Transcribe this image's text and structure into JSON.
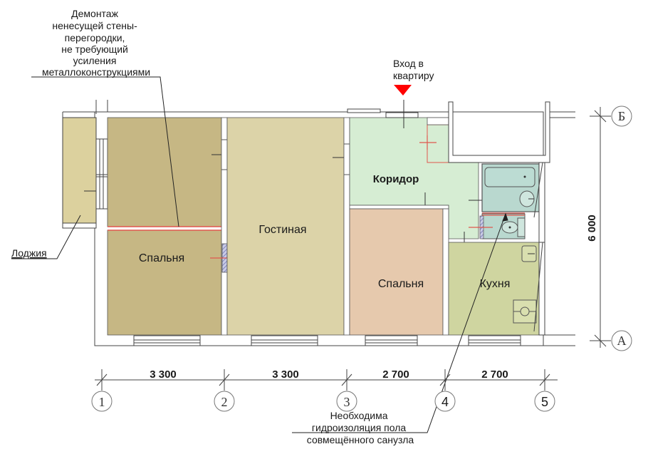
{
  "colors": {
    "loggia": "#dcd19e",
    "bedroom_left": "#c6b784",
    "living": "#dcd3a8",
    "corridor": "#d6edd3",
    "bedroom_right": "#e6c9ad",
    "kitchen": "#cfd5a0",
    "bathroom": "#b9d8cf",
    "wall": "#ffffff",
    "line": "#444444",
    "demolition": "#e0574e",
    "entrance_marker": "#ff0000",
    "new_wall_hatch": "#8a8fc4"
  },
  "annotations": {
    "demolition_note": [
      "Демонтаж",
      "ненесущей стены-",
      "перегородки,",
      "не требующий",
      "усиления",
      "металлоконструкциями"
    ],
    "entrance": [
      "Вход в",
      "квартиру"
    ],
    "loggia": "Лоджия",
    "waterproofing_note": [
      "Необходима",
      "гидроизоляция пола",
      "совмещённого санузла"
    ]
  },
  "rooms": {
    "bedroom_left": "Спальня",
    "living": "Гостиная",
    "corridor": "Коридор",
    "bedroom_right": "Спальня",
    "kitchen": "Кухня"
  },
  "dimensions": {
    "horizontal": [
      "3 300",
      "3 300",
      "2 700",
      "2 700"
    ],
    "vertical": "6 000"
  },
  "axes": {
    "numeric": [
      "1",
      "2",
      "3",
      "4",
      "5"
    ],
    "letters": [
      "Б",
      "А"
    ]
  }
}
